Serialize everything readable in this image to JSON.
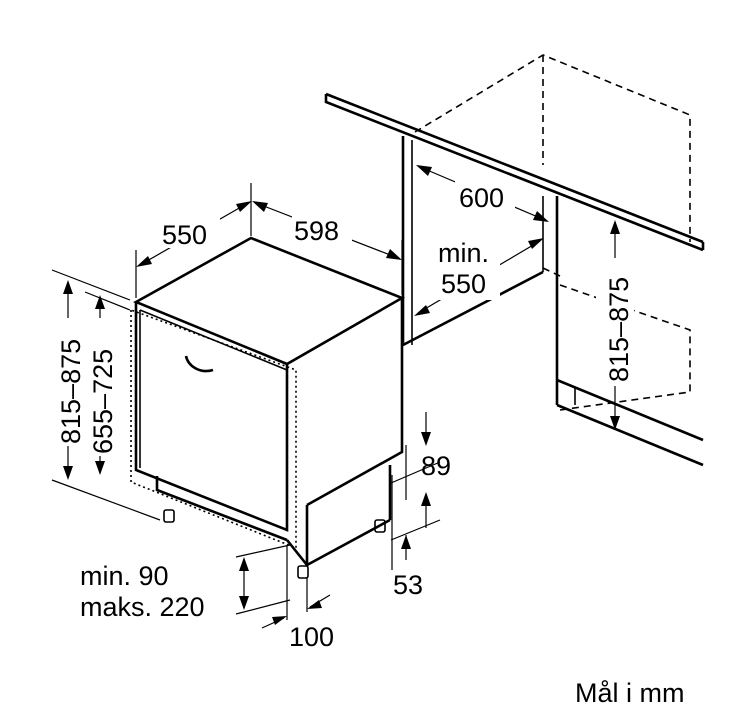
{
  "dimensions": {
    "depth_total": "550",
    "width": "598",
    "height_range_outer": "815–875",
    "height_range_inner": "655–725",
    "niche_width": "600",
    "niche_min_depth_line1": "min.",
    "niche_min_depth_line2": "550",
    "niche_height_range": "815–875",
    "plinth_height": "89",
    "foot_offset": "53",
    "plinth_gap_line1": "min. 90",
    "plinth_gap_line2": "maks. 220",
    "plinth_depth": "100"
  },
  "footer": {
    "units_note": "Mål i mm"
  }
}
